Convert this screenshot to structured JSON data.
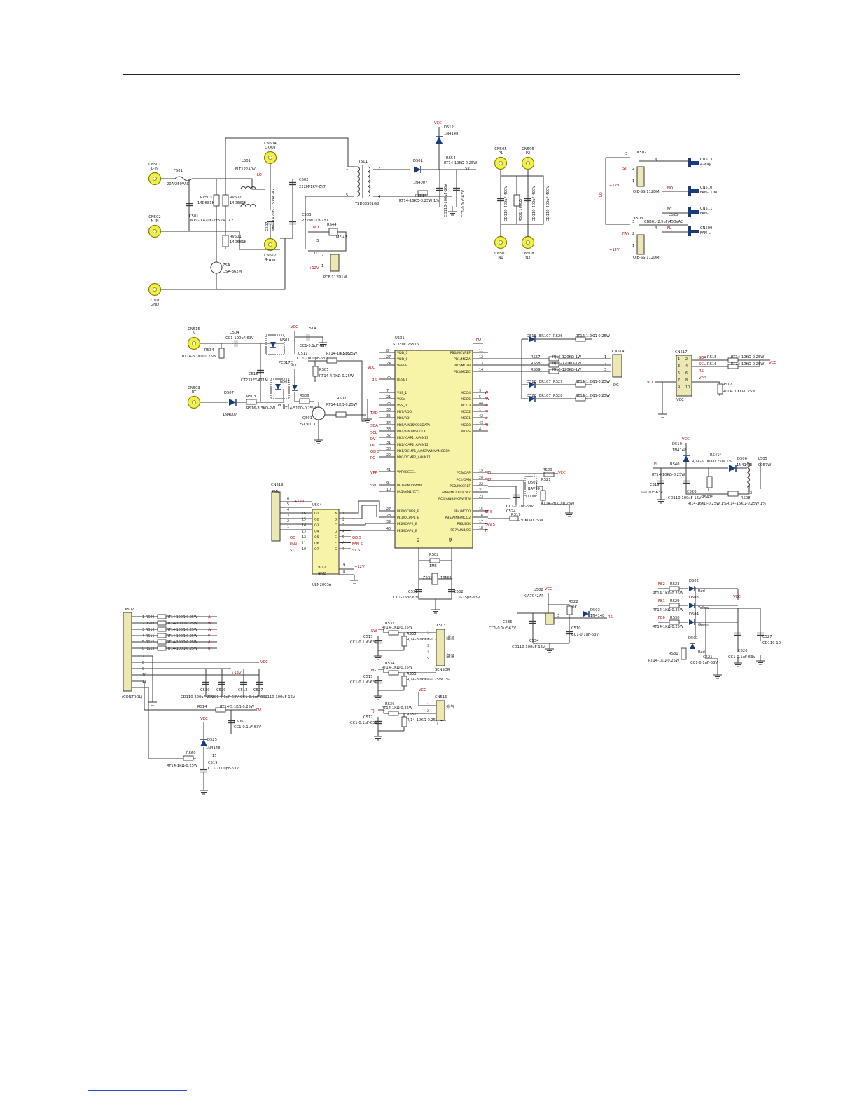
{
  "colors": {
    "wire": "#3a3a3a",
    "pad_fill": "#f2ef46",
    "pad_stroke": "#8a8400",
    "diode_fill": "#1b3c7a",
    "ic_fill": "#f7f3a7",
    "connector_fill": "#ebe8b4",
    "net_label": "#b00000",
    "link": "#2a4fd6"
  },
  "blocks": {
    "power": {
      "pads": [
        {
          "ref": "CN501",
          "name": "L-IN"
        },
        {
          "ref": "CN502",
          "name": "N-IN"
        },
        {
          "ref": "ZD01",
          "name": "GND"
        },
        {
          "ref": "CN504",
          "name": "L-OUT"
        },
        {
          "ref": "CN512",
          "name": "4-way"
        }
      ],
      "labels": {
        "fuse": "F501",
        "fuse_val": "20A/250VAC",
        "rv503": "RV503",
        "rv503_val": "14D681K",
        "rv502": "RV502",
        "rv502_val": "14D681K",
        "rv501": "RV501",
        "rv501_val": "14D681K",
        "c501": "C501",
        "c501_val": "MPX-0.47uF-275VAC-X2",
        "l501": "L501",
        "l501_val": "FLT122A0V",
        "lo": "LO",
        "c507": "C507",
        "c507_val": "MKP-0.47uF-275VAC-X2",
        "c502": "C502",
        "c502_val": "222M/1KV-ZY7",
        "c503": "C503",
        "c503_val": "222M/1KV-ZY7",
        "gdt": "ZSA",
        "gdt_val": "DSA-362M",
        "t501": "T501",
        "t501_val": "TSD03S01G8",
        "rs44": "RS44",
        "mf": "MF-47",
        "no": "NO",
        "cd": "CD",
        "plus12v": "+12V",
        "relay_val": "PCF 112D1M",
        "p1": "1",
        "p2": "2",
        "p3": "3",
        "p4": "4",
        "p5": "5"
      }
    },
    "rect": {
      "labels": {
        "vcc": "VCC",
        "d512": "D512",
        "d512_val": "1N4148",
        "d501": "D501",
        "d501_val": "1N4007",
        "rs54": "RS54",
        "rs54_val": "RT14-10KΩ-0.25W",
        "rs53": "RS53*",
        "rs53_val": "RT14-16KΩ-0.25W 1%",
        "cap1": "CD110-100uF-16V",
        "cap2": "CC1-0.1uF-63V",
        "v5": "5V"
      }
    },
    "ptc": {
      "pads": [
        {
          "ref": "CN505",
          "name": "P1"
        },
        {
          "ref": "CN506",
          "name": "P2"
        },
        {
          "ref": "CN507",
          "name": "N1"
        },
        {
          "ref": "CN508",
          "name": "N2"
        }
      ],
      "labels": {
        "c1": "CD110-400uF-400V",
        "r1": "R501 160kΩ",
        "c2": "CD110-400uF-400V",
        "c3": "CD110-400uF-400V"
      }
    },
    "relays": {
      "labels": {
        "k502": "K502",
        "st": "ST",
        "lo": "LO",
        "plus12v_a": "+12V",
        "plus12v_b": "+12V",
        "k503": "K503",
        "ncap": "C525",
        "ncap_val": "CBB61-2.5uF/450VAC",
        "relay_a": "OJE-SS-112DM",
        "relay_b": "OJE-SS-112DM",
        "no": "NO",
        "fc": "FC",
        "fl": "FL",
        "fan": "FAN",
        "cn513": "CN513",
        "cn513_val": "4-way",
        "cn510": "CN510",
        "cn510_val": "FAN-COM",
        "cn511": "CN511",
        "cn511_val": "FAN-C",
        "cn509": "CN509",
        "cn509_val": "FAN-L",
        "p1": "1",
        "p2": "2",
        "p3": "3",
        "p4": "4"
      }
    },
    "zero": {
      "pads": [
        {
          "ref": "CN515",
          "name": "N"
        },
        {
          "ref": "CN503",
          "name": "RT"
        }
      ],
      "labels": {
        "c504": "C504",
        "c504_val": "CC1-100uF-63V",
        "rs34": "RS34",
        "rs34_val": "RT14-3.1KΩ-0.25W",
        "c515": "C515",
        "c515_val": "CT2X1FY-471M",
        "d507": "D507",
        "d507_val": "1N4007",
        "rs03": "RS03",
        "rs03_val": "RS16-3.3KΩ-2W",
        "vcc_a": "VCC",
        "vcc_b": "VCC",
        "c514": "C514",
        "c514_val": "CC1-0.1uF-63V",
        "n501": "N501",
        "n501_val": "PC817C",
        "c511": "C511",
        "c511_val": "CC1-1000pF-63V",
        "rs38": "RS38",
        "rs38_val": "RT14-1KΩ-0.25W",
        "rs05": "RS05",
        "rs05_val": "RT14-4.7KΩ-0.25W",
        "n502": "N502",
        "n502_val": "PC817",
        "rs06": "RS06",
        "rs06_val": "RT14-510Ω-0.25W",
        "rs07": "RS07",
        "rs07_val": "RT14-1KΩ-0.25W",
        "q501": "Q501",
        "q501_val": "2SC9013"
      }
    },
    "mcu": {
      "ref": "U501",
      "part": "ST7FMC2S5T6",
      "left_pins": [
        {
          "num": "8",
          "name": "VDD_1"
        },
        {
          "num": "27",
          "name": "VDD_0"
        },
        {
          "num": "24",
          "name": "VAREF"
        },
        {
          "num": "25",
          "name": "RESET"
        },
        {
          "num": "7",
          "name": "VSS_1"
        },
        {
          "num": "21",
          "name": "VSSa"
        },
        {
          "num": "23",
          "name": "VSS_0"
        },
        {
          "num": "36",
          "name": "PD7/RDO"
        },
        {
          "num": "35",
          "name": "PD6/RDI"
        },
        {
          "num": "34",
          "name": "PD5/AIN15/SCCDATA"
        },
        {
          "num": "33",
          "name": "PD4/AIN14/SCCLK"
        },
        {
          "num": "32",
          "name": "PD3/ICAP1_A/AIN13"
        },
        {
          "num": "31",
          "name": "PD2/ICAP2_A/AIN12"
        },
        {
          "num": "30",
          "name": "PD1/OCMP1_A/MCPWMVAMCDEM"
        },
        {
          "num": "29",
          "name": "PD0/OCMP2_A/AIN11"
        },
        {
          "num": "41",
          "name": "VPP/ICCSEL"
        },
        {
          "num": "9",
          "name": "PA3/AIN0/PWM1"
        },
        {
          "num": "10",
          "name": "PA5/AIN1/ICT1"
        },
        {
          "num": "27",
          "name": "PE0/OCMP2_B"
        },
        {
          "num": "28",
          "name": "PE1/OCMP1_B"
        },
        {
          "num": "39",
          "name": "PE2/ICAP2_B"
        },
        {
          "num": "40",
          "name": "PE3/ICAP1_B"
        }
      ],
      "right_pins": [
        {
          "num": "11",
          "name": "PB0/MCVREF"
        },
        {
          "num": "12",
          "name": "PB1/MCZA"
        },
        {
          "num": "13",
          "name": "PB2/MCZB"
        },
        {
          "num": "14",
          "name": "PB3/MCZC"
        },
        {
          "num": "3",
          "name": "MCO4"
        },
        {
          "num": "5",
          "name": "MCO5"
        },
        {
          "num": "44",
          "name": "MCO3"
        },
        {
          "num": "1",
          "name": "MCO2"
        },
        {
          "num": "42",
          "name": "MCO1"
        },
        {
          "num": "43",
          "name": "MCO0"
        },
        {
          "num": "4",
          "name": "MCES"
        },
        {
          "num": "19",
          "name": "PC3/OAP"
        },
        {
          "num": "20",
          "name": "PC2/OAN"
        },
        {
          "num": "22",
          "name": "PC0/MCCREF"
        },
        {
          "num": "21",
          "name": "AIN8/MCCFI0/OAZ"
        },
        {
          "num": "23",
          "name": "PC4/AIN9/MCPWMW"
        },
        {
          "num": "15",
          "name": "PB4/MCO0"
        },
        {
          "num": "16",
          "name": "PB5/AIN6/MCO2"
        },
        {
          "num": "17",
          "name": "PB6/SCK"
        },
        {
          "num": "18",
          "name": "PB7/AIN4/SS"
        }
      ],
      "left_nets": {
        "vcc": "VCC",
        "rs": "RS",
        "txd": "TXD",
        "sda": "SDA",
        "scl": "SCL",
        "dv": "DV",
        "ol": "OL",
        "ods": "OD S",
        "pg": "PG",
        "vpp": "VPP",
        "sw": "SW"
      },
      "right_nets": {
        "w": "W",
        "nw": "/W",
        "v": "V",
        "nv": "/V",
        "u": "U",
        "nu": "/U",
        "fo": "FO",
        "fb1": "FB1",
        "fb2": "FB2",
        "e": "E",
        "sts": "ST S",
        "fans": "FAN S",
        "tj": "TJ",
        "fb0": "FB0"
      },
      "x1": "X1",
      "x2": "X2"
    },
    "hall": {
      "rows": [
        {
          "d": "D516",
          "d_val": "ER107",
          "r": "RS26",
          "r_val": "RT14-1.2KΩ-0.25W"
        },
        {
          "d": "D518",
          "d_val": "ER107",
          "r": "RS29",
          "r_val": "RT14-1.2KΩ-0.25W"
        },
        {
          "d": "D520",
          "d_val": "ER107",
          "r": "RS28",
          "r_val": "RT14-1.2KΩ-0.25W"
        }
      ],
      "res": [
        {
          "r": "RS57",
          "r_val": "RJ16-120KΩ-1W"
        },
        {
          "r": "RS58",
          "r_val": "RJ16-120KΩ-1W"
        },
        {
          "r": "RS59",
          "r_val": "RJ16-120KΩ-1W"
        }
      ],
      "conn": "CN514",
      "conn_val": "DC",
      "pins": [
        "1",
        "2",
        "3"
      ]
    },
    "prog": {
      "conn": "CN517",
      "nets": {
        "sda": "SDA",
        "scl": "SCL",
        "rs": "RS",
        "vpp": "VPP",
        "vcc": "VCC",
        "vcc2": "VCC"
      },
      "pins": [
        "1",
        "2",
        "3",
        "4",
        "5",
        "6",
        "7",
        "8",
        "9",
        "10"
      ],
      "rs15": "RS15",
      "rs15_val": "RT14-10KΩ-0.25W",
      "rs16": "RS16",
      "rs16_val": "RT14-10KΩ-0.25W",
      "rs17": "RS17",
      "rs17_val": "RT14-10KΩ-0.25W"
    },
    "pfc": {
      "vcc": "VCC",
      "d510": "D510",
      "d510_val": "1N4148",
      "rs41": "RS41*",
      "rs41_val": "RJ14-5.1KΩ-0.25W 1%",
      "d506": "D506",
      "d506_val": "1N4148",
      "l505": "L505",
      "l505_val": "0057W",
      "el": "EL",
      "rs40": "RS40",
      "rs40_val": "RT14-10KΩ-0.25W",
      "c519": "C519",
      "c519_val": "CC1-0.1uF-63V",
      "c520": "C520",
      "c520_val": "CD110-100uF-16V",
      "rs42": "RS42*",
      "rs42_val": "RJ14-16KΩ-0.25W 1%",
      "rs08": "RS08",
      "rs08_val": "RJ14-16KΩ-0.25W 1%",
      "p3": "3",
      "p2": "2"
    },
    "current": {
      "rs20": "RS20",
      "rs20_val": "RT14-1KΩ-0.25W",
      "vcc": "VCC",
      "d502": "D502",
      "d502_val": "BAV99",
      "c524": "C524",
      "c524_val": "CC1-0.1uF-63V",
      "rs21": "RS21",
      "rs21_val": "RT14-20KΩ-0.25W",
      "rs19": "RS19",
      "rs19_val": "RT14-30KΩ-0.25W"
    },
    "crystal": {
      "rs02": "RS02",
      "rs02_val": "1M5",
      "zr01": "Z501",
      "zr01_val": "16MHz",
      "c531": "C531",
      "c531_val": "CC1-15pF-63V",
      "c532": "C532",
      "c532_val": "CC1-15pF-63V"
    },
    "driver": {
      "conn": "CN519",
      "conn_val": "PMV",
      "ic": "U504",
      "ic_val": "ULN2003A",
      "plus12v_a": "+12V",
      "plus12v_b": "+12V",
      "conn_pins": [
        "6",
        "5",
        "4",
        "3",
        "2",
        "1"
      ],
      "in_pins": [
        {
          "num": "16",
          "q": "Q1"
        },
        {
          "num": "15",
          "q": "Q2"
        },
        {
          "num": "14",
          "q": "Q3"
        },
        {
          "num": "13",
          "q": "Q4"
        },
        {
          "num": "12",
          "q": "Q5"
        },
        {
          "num": "11",
          "q": "Q6"
        },
        {
          "num": "10",
          "q": "Q7"
        }
      ],
      "out_pins": [
        {
          "num": "1",
          "l": "A"
        },
        {
          "num": "2",
          "l": "B"
        },
        {
          "num": "3",
          "l": "C"
        },
        {
          "num": "4",
          "l": "D"
        },
        {
          "num": "5",
          "l": "E"
        },
        {
          "num": "6",
          "l": "F"
        },
        {
          "num": "7",
          "l": "G"
        }
      ],
      "nets": {
        "od": "OD",
        "fan": "FAN",
        "st": "ST",
        "ods": "OD S",
        "fans": "FAN S",
        "sts": "ST S"
      },
      "v12": "V-12",
      "gnd": "GND",
      "p9": "9",
      "p8": "8"
    },
    "control": {
      "conn": "X502",
      "conn_val": "(CONTROL)",
      "rows": [
        {
          "pin": "1",
          "r": "RS09",
          "r_val": "RT14-100Ω-0.25W",
          "net": "/U"
        },
        {
          "pin": "2",
          "r": "RS09",
          "r_val": "RT14-100Ω-0.25W",
          "net": "W"
        },
        {
          "pin": "3",
          "r": "RS10",
          "r_val": "RT14-100Ω-0.25W",
          "net": "/V"
        },
        {
          "pin": "4",
          "r": "RS11",
          "r_val": "RT14-100Ω-0.25W",
          "net": "V"
        },
        {
          "pin": "5",
          "r": "RS12",
          "r_val": "RT14-100Ω-0.25W",
          "net": "/U"
        },
        {
          "pin": "6",
          "r": "RS13",
          "r_val": "RT14-100Ω-0.25W",
          "net": "U"
        }
      ],
      "pins_b": [
        "7",
        "8",
        "9",
        "10",
        "11"
      ],
      "vcc": "VCC",
      "plus12v": "+12V",
      "c530": "C530",
      "c530_val": "CD110-220uF-25V",
      "c529": "C529",
      "c529_val": "CC1-0.1uF-63V",
      "c512": "C512",
      "c512_val": "CC1-0.1uF-63V",
      "c527": "C527",
      "c527_val": "CD110-100uF-16V",
      "rs14": "RS14",
      "rs14_val": "RT14-5.1KΩ-0.25W",
      "fo": "FO",
      "c506": "C506",
      "c506_val": "CC1-0.1uF-63V",
      "vcc2": "VCC",
      "d525": "D525",
      "d525_val": "1N4148",
      "rs60": "RS60",
      "rs60_val": "RT14-1KΩ-0.25W",
      "p15": "15",
      "c519": "C519",
      "c519_val": "CC1-1000pF-63V"
    },
    "sensor": {
      "sw": "SW",
      "pg": "PG",
      "tj": "TJ",
      "rs32": "RS32",
      "rs32_val": "RT14-1KΩ-0.25W",
      "rs35": "RS35*",
      "rs35_val": "RJ14-8.06KΩ-0.25W 1%",
      "c513": "C513",
      "c513_val": "CC1-0.1uF-63V",
      "rs34": "RS34",
      "rs34_val": "RT14-1KΩ-0.25W",
      "rs33": "RS33*",
      "rs33_val": "RJ14-8.06KΩ-0.25W 1%",
      "c515": "C515",
      "c515_val": "CC1-0.1uF-63V",
      "rs36": "RS36",
      "rs36_val": "RT14-1KΩ-0.25W",
      "rs37": "RS37*",
      "rs37_val": "RJ14-10KΩ-0.25W 1%",
      "c517": "C517",
      "c517_val": "CC1-0.1uF-63V",
      "x503": "X503",
      "x503_val": "SENSOR",
      "t1": "排温",
      "t2": "盘温",
      "cn516": "CN516",
      "t3": "外气",
      "vcc_a": "VCC",
      "vcc_b": "VCC",
      "tj_b": "TJ",
      "pins": [
        "1",
        "2",
        "3",
        "4",
        "5"
      ],
      "pins_b": [
        "1",
        "2"
      ]
    },
    "reset": {
      "ic": "U502",
      "ic_val": "KIA7042AP",
      "vcc": "VCC",
      "rs22": "RS22",
      "rs22_val": "10K",
      "d503": "D503",
      "d503_val": "1N4148",
      "rs": "RS",
      "p3": "3",
      "c535": "C535",
      "c535_val": "CC1-0.1uF-63V",
      "c534": "C534",
      "c534_val": "CD110-100uF-16V",
      "c510": "C510",
      "c510_val": "CC1-0.1uF-63V"
    },
    "leds": {
      "rows": [
        {
          "net": "FB2",
          "r": "RS23",
          "r_val": "RT14-1KΩ-0.25W",
          "d": "D502",
          "color": "Red"
        },
        {
          "net": "FB1",
          "r": "RS29",
          "r_val": "RT14-1KΩ-0.25W",
          "d": "D503",
          "color": "Yellow"
        },
        {
          "net": "FB0",
          "r": "RS30",
          "r_val": "RT14-1KΩ-0.25W",
          "d": "D504",
          "color": "Green"
        }
      ],
      "vcc": "VCC",
      "d501": "D501",
      "d501_color": "Red",
      "rs31": "RS31",
      "rs31_val": "RT14-1KΩ-0.25W",
      "c521": "C521",
      "c521_val": "CC1-0.1uF-63V",
      "c526": "C526",
      "c526_val": "CC1-0.1uF-63V",
      "c527": "C527",
      "c527_val": "CD110-10"
    }
  }
}
